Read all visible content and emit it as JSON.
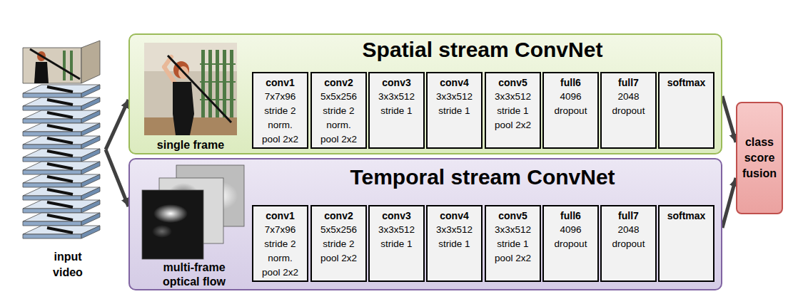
{
  "diagram": {
    "nodes": [
      {
        "text": [
          "input video"
        ]
      },
      {
        "text": [
          "Spatial stream ConvNet"
        ]
      },
      {
        "text": [
          "single frame"
        ],
        "in": 1
      },
      {
        "text": [
          "conv1",
          "7x7x96",
          "stride 2",
          "norm.",
          "pool 2x2"
        ],
        "in": 1
      },
      {
        "text": [
          "conv2",
          "5x5x256",
          "stride 2",
          "norm.",
          "pool 2x2"
        ],
        "in": 1
      },
      {
        "text": [
          "conv3",
          "3x3x512",
          "stride 1"
        ],
        "in": 1
      },
      {
        "text": [
          "conv4",
          "3x3x512",
          "stride 1"
        ],
        "in": 1
      },
      {
        "text": [
          "conv5",
          "3x3x512",
          "stride 1",
          "pool 2x2"
        ],
        "in": 1
      },
      {
        "text": [
          "full6",
          "4096",
          "dropout"
        ],
        "in": 1
      },
      {
        "text": [
          "full7",
          "2048",
          "dropout"
        ],
        "in": 1
      },
      {
        "text": [
          "softmax"
        ],
        "in": 1
      },
      {
        "text": [
          "Temporal stream ConvNet"
        ]
      },
      {
        "text": [
          "multi-frame optical flow"
        ],
        "in": 11
      },
      {
        "text": [
          "conv1",
          "7x7x96",
          "stride 2",
          "norm.",
          "pool 2x2"
        ],
        "in": 11
      },
      {
        "text": [
          "conv2",
          "5x5x256",
          "stride 2",
          "pool 2x2"
        ],
        "in": 11
      },
      {
        "text": [
          "conv3",
          "3x3x512",
          "stride 1"
        ],
        "in": 11
      },
      {
        "text": [
          "conv4",
          "3x3x512",
          "stride 1"
        ],
        "in": 11
      },
      {
        "text": [
          "conv5",
          "3x3x512",
          "stride 1",
          "pool 2x2"
        ],
        "in": 11
      },
      {
        "text": [
          "full6",
          "4096",
          "dropout"
        ],
        "in": 11
      },
      {
        "text": [
          "full7",
          "2048",
          "dropout"
        ],
        "in": 11
      },
      {
        "text": [
          "softmax"
        ],
        "in": 11
      },
      {
        "text": [
          "class score fusion"
        ]
      }
    ],
    "edges": [
      {
        "from": 0,
        "to": 1,
        "arrow": "to"
      },
      {
        "from": 0,
        "to": 11,
        "arrow": "to"
      },
      {
        "from": 1,
        "to": 21,
        "arrow": "to"
      },
      {
        "from": 11,
        "to": 21,
        "arrow": "to"
      }
    ]
  }
}
